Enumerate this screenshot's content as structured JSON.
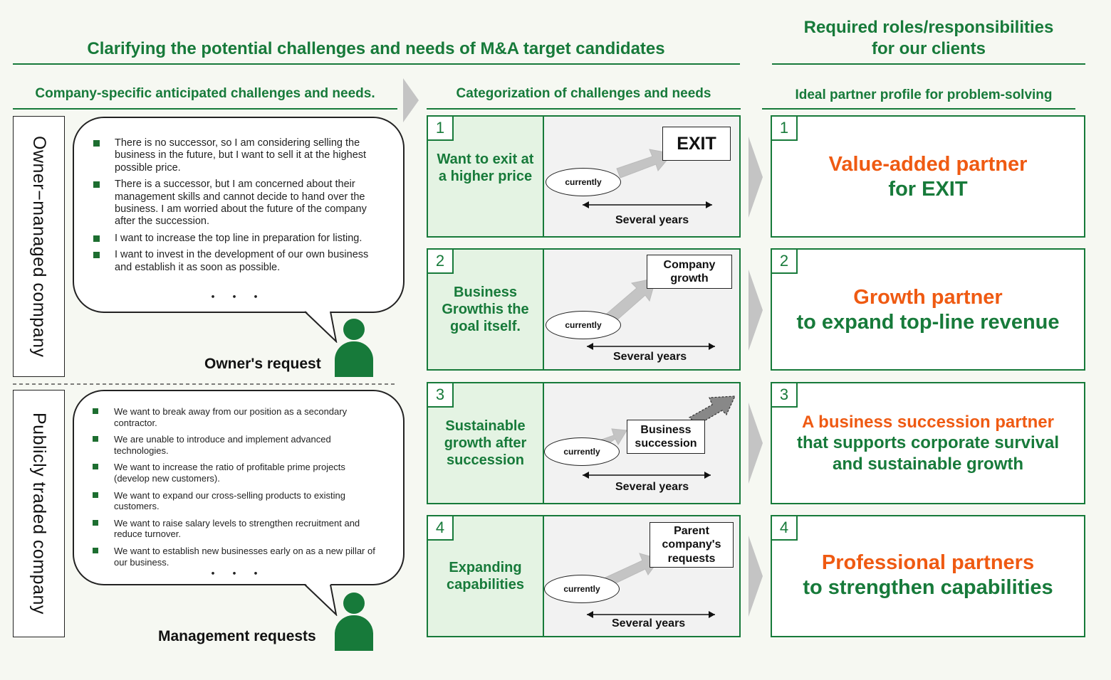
{
  "headers": {
    "main_left": "Clarifying the potential challenges and needs of M&A target candidates",
    "main_right_line1": "Required roles/responsibilities",
    "main_right_line2": "for our clients",
    "sub_left": "Company-specific anticipated challenges and needs.",
    "sub_mid": "Categorization of challenges and needs",
    "sub_right": "Ideal partner profile for problem-solving"
  },
  "company_types": {
    "owner": "Owner−managed company",
    "public": "Publicly traded company"
  },
  "owner_bubble": {
    "items": [
      "There is no successor, so I am considering selling the business in the future, but I want to sell it at the highest possible price.",
      "There is a successor, but I am concerned about their management skills and cannot decide to hand over the business. I am worried about the future of the company after the succession.",
      "I want to increase the top line in preparation for listing.",
      "I want to invest in the development of our own business and establish it as soon as possible."
    ],
    "dots": "・・・",
    "label": "Owner's request"
  },
  "public_bubble": {
    "items": [
      "We want to break away from our position as a secondary contractor.",
      "We are unable to introduce and implement advanced technologies.",
      "We want to increase the ratio of profitable prime projects (develop new customers).",
      "We want to expand our cross-selling products to existing customers.",
      "We want to raise salary levels to strengthen recruitment and reduce turnover.",
      "We want to establish new businesses early on as a new pillar of our business."
    ],
    "dots": "・・・",
    "label": "Management requests"
  },
  "categories": [
    {
      "num": "1",
      "title": "Want to exit at a higher price",
      "current": "currently",
      "goal": "EXIT",
      "span": "Several years"
    },
    {
      "num": "2",
      "title": "Business Growthis the goal itself.",
      "current": "currently",
      "goal": "Company growth",
      "span": "Several years"
    },
    {
      "num": "3",
      "title": "Sustainable growth after succession",
      "current": "currently",
      "goal": "Business succession",
      "span": "Several years"
    },
    {
      "num": "4",
      "title": "Expanding capabilities",
      "current": "currently",
      "goal": "Parent company's requests",
      "span": "Several years"
    }
  ],
  "partners": [
    {
      "num": "1",
      "line1": "Value-added partner",
      "line2": "for EXIT",
      "line3": ""
    },
    {
      "num": "2",
      "line1": "Growth partner",
      "line2": "to expand top-line revenue",
      "line3": ""
    },
    {
      "num": "3",
      "line1": "A business succession partner",
      "line2": "that supports corporate survival",
      "line3": "and sustainable growth"
    },
    {
      "num": "4",
      "line1": "Professional partners",
      "line2": "to strengthen capabilities",
      "line3": ""
    }
  ],
  "colors": {
    "green": "#177a3a",
    "orange": "#ef5a12",
    "light_green": "#e4f3e3",
    "grey_panel": "#f2f2f2",
    "arrow_grey": "#c4c4c4"
  }
}
